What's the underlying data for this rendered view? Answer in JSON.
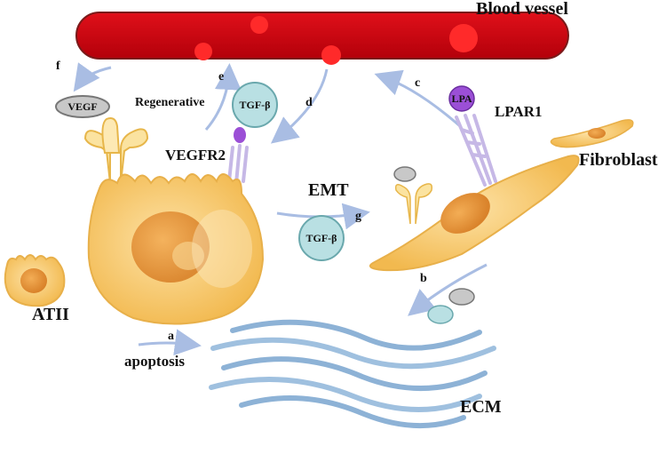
{
  "labels": {
    "blood_vessel": "Blood vessel",
    "regenerative": "Regenerative",
    "vegfr2": "VEGFR2",
    "emt": "EMT",
    "lpar1": "LPAR1",
    "fibroblast": "Fibroblast",
    "atii": "ATII",
    "apoptosis": "apoptosis",
    "ecm": "ECM"
  },
  "molecules": {
    "vegf": "VEGF",
    "tgf_beta": "TGF-β",
    "lpa": "LPA"
  },
  "step_letters": {
    "a": "a",
    "b": "b",
    "c": "c",
    "d": "d",
    "e": "e",
    "f": "f",
    "g": "g"
  },
  "colors": {
    "vessel": "#c8000a",
    "vessel_spot": "#ff2a2a",
    "cell_body": "#f7c35c",
    "nucleus": "#e58f2e",
    "arrow": "#a9bde3",
    "tgf": "#b9e0e3",
    "lpa": "#9b4fd6",
    "ecm": "#6f9cc7",
    "receptor": "#c6b8e6"
  }
}
